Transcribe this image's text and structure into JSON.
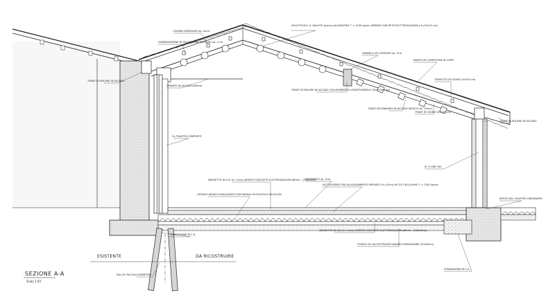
{
  "title": "SEZIONE A-A",
  "scale": "Scala 1:50",
  "zones": {
    "existing": "ESISTENTE",
    "rebuild": "DA RICOSTRUIRE"
  },
  "labels": {
    "roof_sheath": "GUAINA ARDESIATA sp. 4mm",
    "ridge_slab": "SOLETTA IN C.A. RALVITE 4g/cmq ALLEGGERIA T < 1250 kg/mc ARMATA CON RETE ELETTROSALDATA ø 8 (10x10 cm)",
    "polystyrene": "COIBENTAZIONE IN POLISTIRENE ESTRUSO sp. 4 cm",
    "panels": "PANNELLI IN LATERIZIO sp. 3cm",
    "tiles": "MANTO DI COPERTURA IN COPPI",
    "wood_strip": "TRAVETTO DI LEGNO (10x10 cm)",
    "beam_left": "TRAVE SCHOLARE IN ACCIAIO",
    "tie_rod": "TIRANTE IN ACCIAIO ø30mm",
    "steel_beam": "TRAVE SCHOLARE IN ACCIAIO COLLEGAMENTO LONGITUDINALE (Ved. Part. nn)",
    "secondary_beam": "TRAVE SECONDARIA IN ACCIAIO SEGATO Sp. 10mm",
    "wood_beam": "TRAVE IN LEGNO (25x25 cm)",
    "beam_right": "TRAVE SCHOLARE IN ACCIAIO",
    "pilaster": "2x PILASTRI COMPOSITI",
    "hea": "N° 2 HEB 300",
    "screed_top": "MASSETTO IN CLS (h= 5cm) ARMATO CON RETE ELETTROSALDATA ø6mm - (20x20cm)",
    "flooring": "PAVIMENTO sp. 3cm",
    "lightened_screed": "SOTTOFONDO PER ALLOGGIAMENTO IMPIANTI (h=15cm) IN CLS CELLULARE Y < 1300 kg/mc",
    "ventilated_crawl": "VESPAIO AERATO REALIZZATO CON MODULI IN PLASTICA RICICLATA",
    "remainder_pilaster": "RESTO DEL PILASTRO ORIGINARIO",
    "foundation_left": "FONDAZIONE IN C.A.",
    "screed_bottom": "MASSETTO IN CLS (h= 5cm) ARMATO CON RETE ELETTROSALDATA ø6mm - (20x20cm)",
    "lean_concrete": "STRATO DI CALCESTRUZZO MAGRO FONDAZIONE (10x20cm)",
    "micropiles": "PALI DI PICCOLO DIAMETRO",
    "foundation_right": "FONDAZIONE IN C.A."
  }
}
